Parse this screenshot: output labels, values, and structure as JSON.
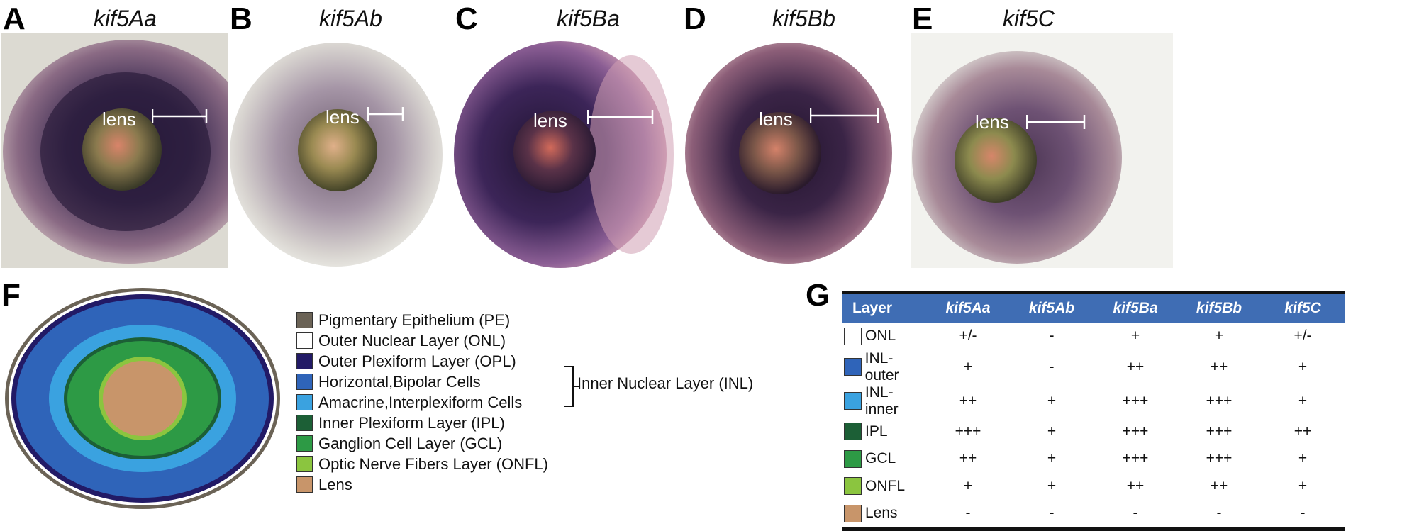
{
  "photos": [
    {
      "letter": "A",
      "gene": "kif5Aa",
      "lens_label": "lens"
    },
    {
      "letter": "B",
      "gene": "kif5Ab",
      "lens_label": "lens"
    },
    {
      "letter": "C",
      "gene": "kif5Ba",
      "lens_label": "lens"
    },
    {
      "letter": "D",
      "gene": "kif5Bb",
      "lens_label": "lens"
    },
    {
      "letter": "E",
      "gene": "kif5C",
      "lens_label": "lens"
    }
  ],
  "panel_f": {
    "letter": "F",
    "legend": [
      {
        "label": "Pigmentary Epithelium (PE)",
        "color": "#6b6356"
      },
      {
        "label": "Outer Nuclear Layer (ONL)",
        "color": "#ffffff"
      },
      {
        "label": "Outer Plexiform Layer (OPL)",
        "color": "#221a66"
      },
      {
        "label": "Horizontal,Bipolar Cells",
        "color": "#2f64b9"
      },
      {
        "label": "Amacrine,Interplexiform Cells",
        "color": "#3aa2e0"
      },
      {
        "label": "Inner Plexiform Layer (IPL)",
        "color": "#1c5f36"
      },
      {
        "label": "Ganglion Cell Layer (GCL)",
        "color": "#2d9a45"
      },
      {
        "label": "Optic Nerve Fibers Layer (ONFL)",
        "color": "#8bc53f"
      },
      {
        "label": "Lens",
        "color": "#c8956a"
      }
    ],
    "inl_label": "Inner Nuclear Layer (INL)"
  },
  "panel_g": {
    "letter": "G",
    "header": [
      "Layer",
      "kif5Aa",
      "kif5Ab",
      "kif5Ba",
      "kif5Bb",
      "kif5C"
    ],
    "header_color": "#3f6db4",
    "rows": [
      {
        "layer": "ONL",
        "color": "#ffffff",
        "values": [
          "+/-",
          "-",
          "+",
          "+",
          "+/-"
        ]
      },
      {
        "layer": "INL-outer",
        "color": "#2f64b9",
        "values": [
          "+",
          "-",
          "++",
          "++",
          "+"
        ]
      },
      {
        "layer": "INL-inner",
        "color": "#3aa2e0",
        "values": [
          "++",
          "+",
          "+++",
          "+++",
          "+"
        ]
      },
      {
        "layer": "IPL",
        "color": "#1c5f36",
        "values": [
          "+++",
          "+",
          "+++",
          "+++",
          "++"
        ]
      },
      {
        "layer": "GCL",
        "color": "#2d9a45",
        "values": [
          "++",
          "+",
          "+++",
          "+++",
          "+"
        ]
      },
      {
        "layer": "ONFL",
        "color": "#8bc53f",
        "values": [
          "+",
          "+",
          "++",
          "++",
          "+"
        ]
      },
      {
        "layer": "Lens",
        "color": "#c8956a",
        "values": [
          "-",
          "-",
          "-",
          "-",
          "-"
        ]
      }
    ]
  }
}
